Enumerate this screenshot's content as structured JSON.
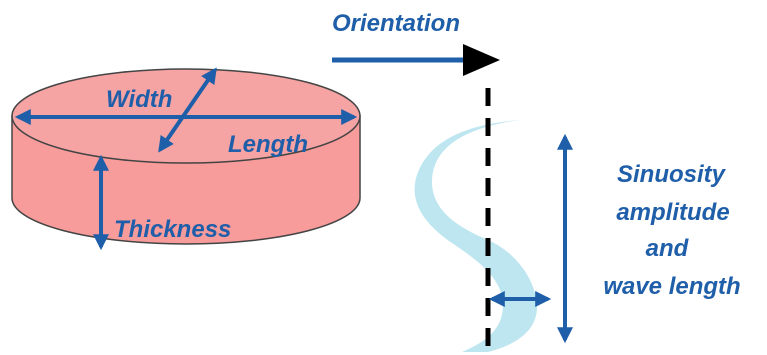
{
  "colors": {
    "label": "#1f5ea8",
    "arrow": "#1f5ea8",
    "disk_fill": "#f79b9b",
    "disk_top_fill": "#f5a3a3",
    "disk_outline": "#444444",
    "wave_fill": "#bde6f0",
    "orientation_arrow": "#000000",
    "dashed_line": "#000000"
  },
  "labels": {
    "orientation": "Orientation",
    "width": "Width",
    "length": "Length",
    "thickness": "Thickness",
    "sinuosity_line1": "Sinuosity",
    "sinuosity_line2": "amplitude",
    "sinuosity_line3": "and",
    "sinuosity_line4": "wave length"
  }
}
